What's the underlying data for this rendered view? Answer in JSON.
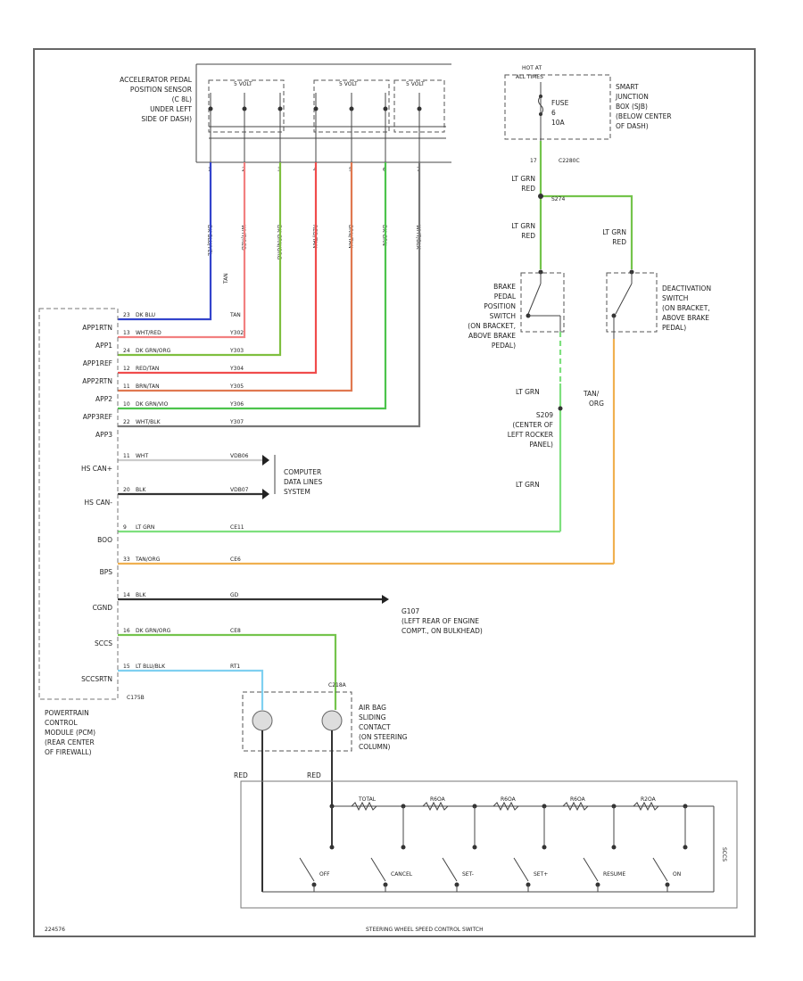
{
  "colors": {
    "dk_blu": "#3344cc",
    "wht_red": "#f28080",
    "dk_grn_org": "#7fbf3f",
    "red_wht": "#f04c4c",
    "brn_wht": "#e07850",
    "dk_grn_vio": "#4cc44c",
    "wht_blk": "#777777",
    "wht": "#cccccc",
    "blk": "#333333",
    "lt_grn": "#7ee07e",
    "tan_org": "#f0b050",
    "lt_blu_blk": "#7fd0f0",
    "lt_grn_red": "#74c44c"
  },
  "app_sensor": {
    "label": [
      "ACCELERATOR PEDAL",
      "POSITION SENSOR",
      "(C 8L)",
      "UNDER LEFT",
      "SIDE OF DASH)"
    ],
    "sub1": "5 VOLT",
    "sub2": "5 VOLT",
    "sub3": "5 VOLT",
    "pins": [
      "1",
      "2",
      "3",
      "4",
      "5",
      "6",
      "7"
    ],
    "wire_labels": [
      "DK BLU/YEL",
      "WHT/RED",
      "DK GRN/ORG",
      "RED/TAN",
      "BRN/TAN",
      "DK GRN",
      "WHT/BLK"
    ],
    "tan_label": "TAN"
  },
  "hot_at": [
    "HOT AT",
    "ALL TIMES"
  ],
  "fuse": [
    "FUSE",
    "6",
    "10A"
  ],
  "sjb": [
    "SMART",
    "JUNCTION",
    "BOX (SJB)",
    "(BELOW CENTER",
    "OF DASH)"
  ],
  "fuse_conn": "C2280C",
  "fuse_pin": "17",
  "brake_switch": {
    "label": [
      "BRAKE",
      "PEDAL",
      "POSITION",
      "SWITCH",
      "(ON BRACKET,",
      "ABOVE BRAKE",
      "PEDAL)"
    ],
    "wire_top1": [
      "LT GRN",
      "RED"
    ],
    "wire_top2": [
      "LT GRN",
      "RED"
    ],
    "splice": "S274"
  },
  "deact_switch": {
    "label": [
      "DEACTIVATION",
      "SWITCH",
      "(ON BRACKET,",
      "ABOVE BRAKE",
      "PEDAL)"
    ],
    "wire_top": [
      "LT GRN",
      "RED"
    ]
  },
  "pcm": {
    "pins": [
      "APP1RTN",
      "APP1",
      "APP1REF",
      "APP2RTN",
      "APP2",
      "APP3REF",
      "APP3",
      "HS CAN+",
      "HS CAN-",
      "BOO",
      "BPS",
      "CGND",
      "SCCS",
      "SCCSRTN"
    ],
    "label": [
      "POWERTRAIN",
      "CONTROL",
      "MODULE (PCM)",
      "(REAR CENTER",
      "OF FIREWALL)"
    ],
    "conn": "C175B"
  },
  "pcm_wires": [
    {
      "pin": "23",
      "color": "DK BLU",
      "circuit": "TAN"
    },
    {
      "pin": "13",
      "color": "WHT/RED",
      "circuit": "Y302"
    },
    {
      "pin": "24",
      "color": "DK GRN/ORG",
      "circuit": "Y303"
    },
    {
      "pin": "12",
      "color": "RED/TAN",
      "circuit": "Y304"
    },
    {
      "pin": "11",
      "color": "BRN/TAN",
      "circuit": "Y305"
    },
    {
      "pin": "10",
      "color": "DK GRN/VIO",
      "circuit": "Y306"
    },
    {
      "pin": "22",
      "color": "WHT/BLK",
      "circuit": "Y307"
    },
    {
      "pin": "11",
      "color": "WHT",
      "circuit": "VDB06"
    },
    {
      "pin": "20",
      "color": "BLK",
      "circuit": "VDB07"
    },
    {
      "pin": "9",
      "color": "LT GRN",
      "circuit": "CE11"
    },
    {
      "pin": "33",
      "color": "TAN/ORG",
      "circuit": "CE6"
    },
    {
      "pin": "14",
      "color": "BLK",
      "circuit": "GD"
    },
    {
      "pin": "16",
      "color": "DK GRN/ORG",
      "circuit": "CE8"
    },
    {
      "pin": "15",
      "color": "LT BLU/BLK",
      "circuit": "RT1"
    }
  ],
  "computer_data": [
    "COMPUTER",
    "DATA LINES",
    "SYSTEM"
  ],
  "ground": [
    "G107",
    "(LEFT REAR OF ENGINE",
    "COMPT., ON BULKHEAD)"
  ],
  "lt_grn_wire": "LT GRN",
  "s209": [
    "S209",
    "(CENTER OF",
    "LEFT ROCKER",
    "PANEL)"
  ],
  "tan_org_wire": [
    "TAN/",
    "ORG"
  ],
  "air_bag": [
    "AIR BAG",
    "SLIDING",
    "CONTACT",
    "(ON STEERING",
    "COLUMN)"
  ],
  "air_bag_conn": "C218A",
  "red_labels": [
    "RED",
    "RED"
  ],
  "scc_switch": {
    "resistors": [
      "TOTAL",
      "R6OA",
      "R6OA",
      "R6OA",
      "R2OA"
    ],
    "buttons": [
      "OFF",
      "CANCEL",
      "SET-",
      "SET+",
      "RESUME",
      "ON"
    ],
    "side_label": "SCCS",
    "label": "STEERING WHEEL SPEED CONTROL SWITCH"
  },
  "footer": "224576"
}
